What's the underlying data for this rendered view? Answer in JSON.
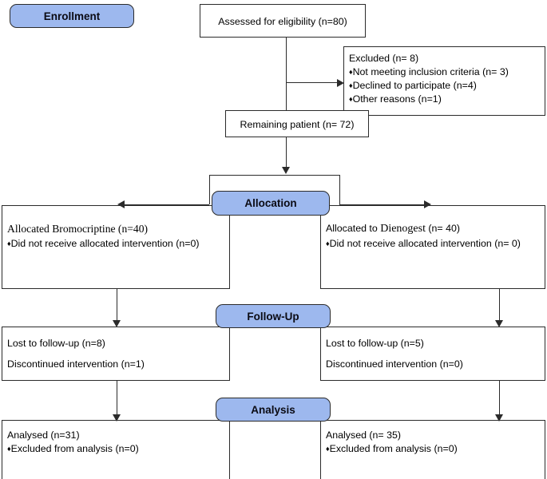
{
  "diagram": {
    "title": "CONSORT participant flow diagram",
    "accent_color": "#9db8ee",
    "line_color": "#2b2b2b",
    "background": "#ffffff"
  },
  "stages": {
    "enrollment": "Enrollment",
    "allocation": "Allocation",
    "followup": "Follow-Up",
    "analysis": "Analysis"
  },
  "enrollment": {
    "assessed": "Assessed for eligibility (n=80)",
    "excluded_title": "Excluded (n= 8)",
    "excluded_reasons": [
      "Not meeting inclusion criteria (n= 3)",
      "Declined to participate (n=4)",
      "Other reasons (n=1)"
    ],
    "remaining": "Remaining patient (n= 72)"
  },
  "allocation": {
    "left": {
      "heading": "Allocated Bromocriptine (n=40)",
      "note": "Did not receive allocated intervention (n=0)"
    },
    "right": {
      "heading_prefix": "Allocated to ",
      "heading_drug": "Dienogest",
      "heading_suffix": " (n= 40)",
      "note": "Did not receive allocated intervention (n= 0)"
    }
  },
  "followup": {
    "left": {
      "lost": "Lost to follow-up (n=8)",
      "discontinued": "Discontinued intervention (n=1)"
    },
    "right": {
      "lost": "Lost to follow-up (n=5)",
      "discontinued": "Discontinued intervention (n=0)"
    }
  },
  "analysis": {
    "left": {
      "analysed": "Analysed  (n=31)",
      "excluded": "Excluded from analysis (n=0)"
    },
    "right": {
      "analysed": "Analysed (n= 35)",
      "excluded": "Excluded from analysis (n=0)"
    }
  },
  "icons": {
    "bullet": "♦"
  }
}
